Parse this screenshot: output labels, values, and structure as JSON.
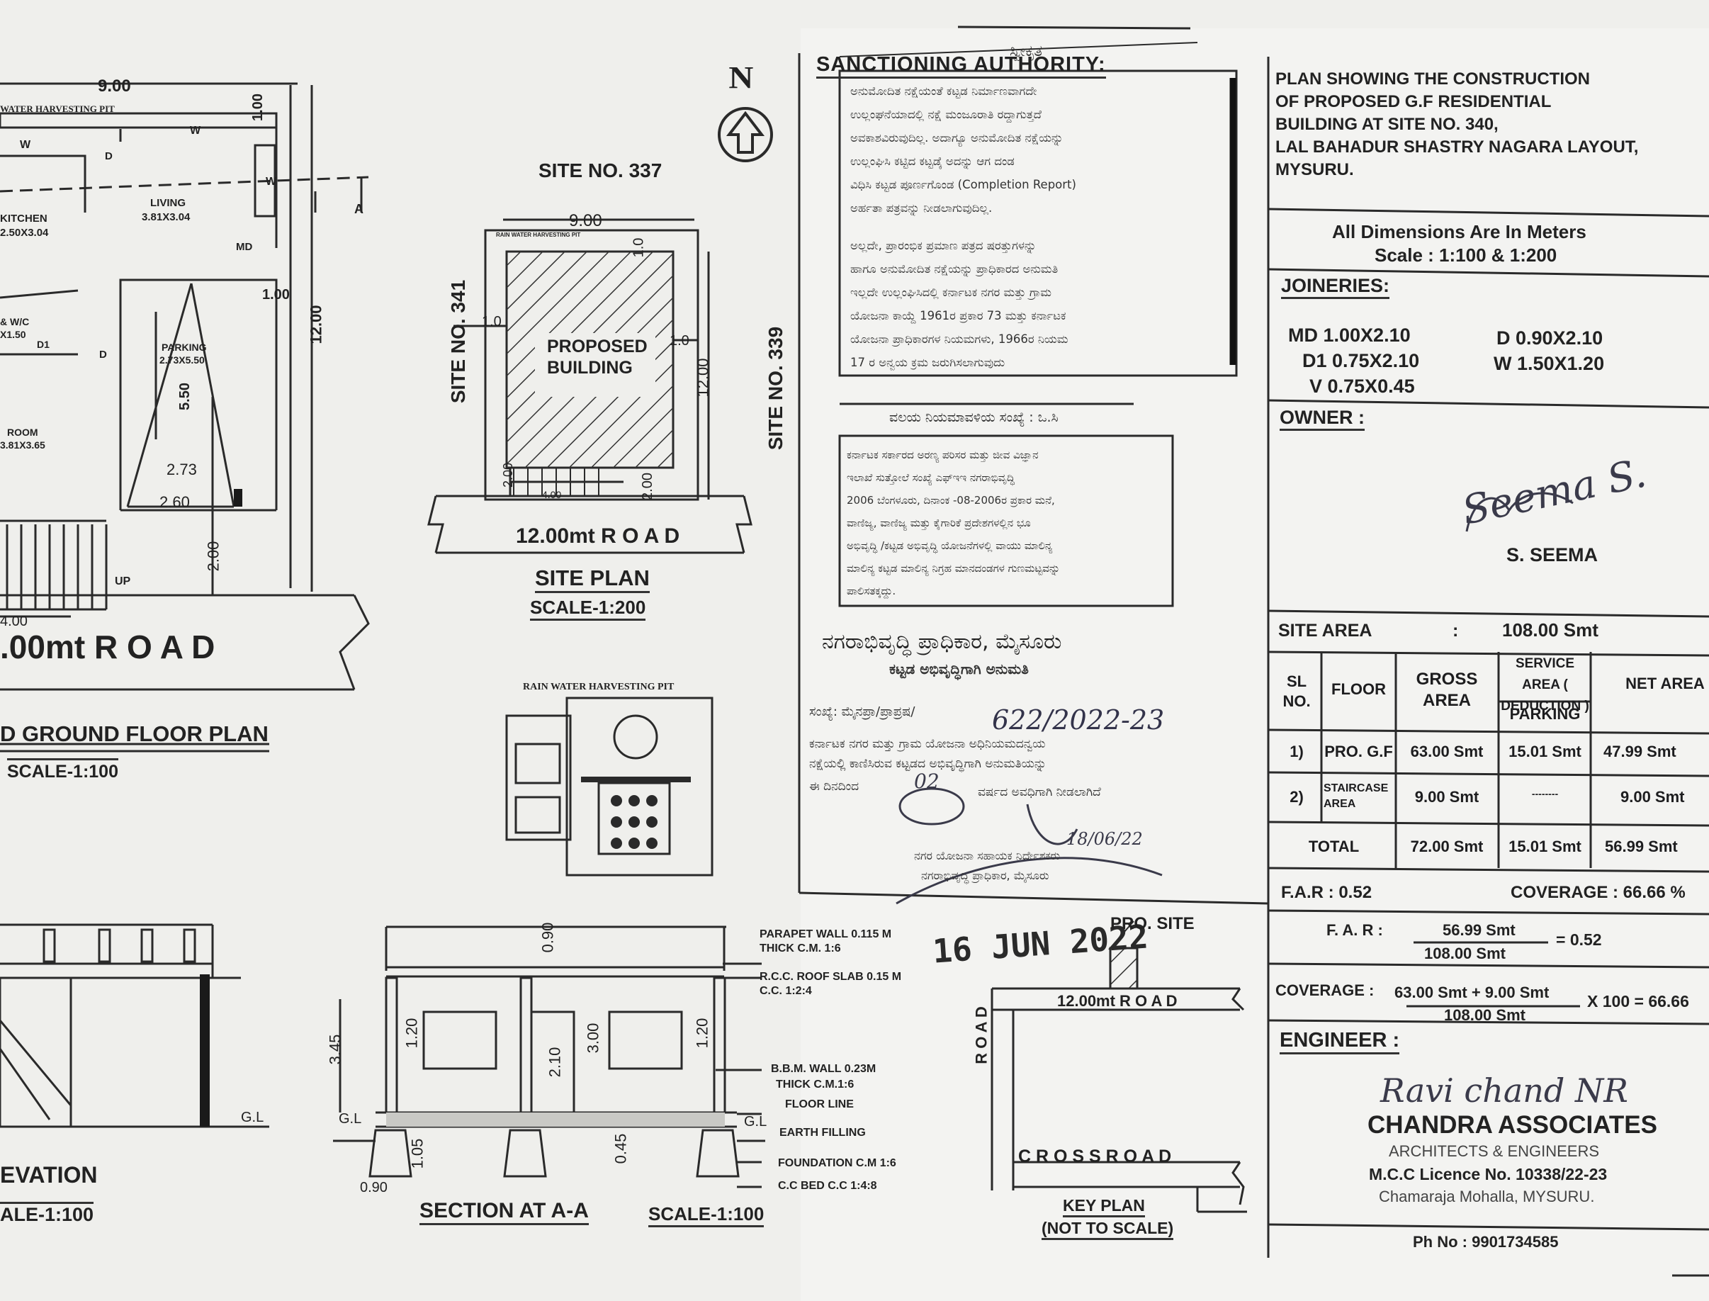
{
  "north_label": "N",
  "ground_plan": {
    "width_dim": "9.00",
    "rwh_pit": "WATER HARVESTING PIT",
    "dim_top": "1.00",
    "dim_overall": "12.00",
    "dim_1_00": "1.00",
    "kitchen": "KITCHEN",
    "kitchen_size": "2.50X3.04",
    "living": "LIVING",
    "living_size": "3.81X3.04",
    "md": "MD",
    "wc": "& W/C",
    "wc_size": "X1.50",
    "d1": "D1",
    "d": "D",
    "parking": "PARKING",
    "parking_size": "2.73X5.50",
    "dim_550": "5.50",
    "room": "ROOM",
    "room_size": "3.81X3.65",
    "dim_273": "2.73",
    "dim_260": "2.60",
    "dim_200": "2.00",
    "up": "UP",
    "dim_400": "4.00",
    "w": "W",
    "a": "A",
    "road": ".00mt  R O A D",
    "title": "D GROUND FLOOR PLAN",
    "scale": "SCALE-1:100"
  },
  "site_plan": {
    "site_337": "SITE NO. 337",
    "site_341": "SITE NO. 341",
    "site_339": "SITE NO. 339",
    "width": "9.00",
    "rwh": "RAIN WATER HARVESTING PIT",
    "proposed": "PROPOSED",
    "building": "BUILDING",
    "dim_10": "1.0",
    "dim_1200": "12.00",
    "dim_200": "2.00",
    "dim_400": "4.00",
    "road": "12.00mt  R O A D",
    "title": "SITE PLAN",
    "scale": "SCALE-1:200"
  },
  "rwh_detail": {
    "title": "RAIN   WATER   HARVESTING   PIT"
  },
  "elevation": {
    "title": "EVATION",
    "scale": "ALE-1:100",
    "gl": "G.L"
  },
  "section": {
    "title": "SECTION  AT  A-A",
    "scale": "SCALE-1:100",
    "dim_090": "0.90",
    "dim_345": "3.45",
    "dim_120": "1.20",
    "dim_210": "2.10",
    "dim_300": "3.00",
    "dim_105": "1.05",
    "dim_045": "0.45",
    "gl": "G.L",
    "parapet": "PARAPET WALL 0.115 M",
    "parapet2": "THICK C.M. 1:6",
    "rcc": "R.C.C. ROOF SLAB 0.15 M",
    "rcc2": "C.C. 1:2:4",
    "bbm": "B.B.M. WALL 0.23M",
    "bbm2": "THICK C.M.1:6",
    "floor": "FLOOR   LINE",
    "earth": "EARTH FILLING",
    "foundation": "FOUNDATION   C.M  1:6",
    "ccbed": "C.C BED   C.C 1:4:8"
  },
  "key_plan": {
    "stamp_date": "16 JUN 2022",
    "pro_site": "PRO. SITE",
    "road_12": "12.00mt  R O A D",
    "road_v": "R O A D",
    "cross_road": "C R O S S  R O A D",
    "title": "KEY PLAN",
    "note": "(NOT TO SCALE)"
  },
  "sanction": {
    "header_top": "ಸ್ವೀಕೃತ",
    "heading": "SANCTIONING  AUTHORITY:",
    "stamp1_lines": [
      "ಅನುಮೋದಿತ ನಕ್ಷೆಯಂತೆ ಕಟ್ಟಡ ನಿರ್ಮಾಣವಾಗದೇ",
      "ಉಲ್ಲಂಘನೆಯಾದಲ್ಲಿ ನಕ್ಷೆ ಮಂಜೂರಾತಿ ರದ್ದಾಗುತ್ತದೆ",
      "ಅವಕಾಶವಿರುವುದಿಲ್ಲ. ಅದಾಗ್ಯೂ ಅನುಮೋದಿತ ನಕ್ಷೆಯನ್ನು",
      "ಉಲ್ಲಂಘಿಸಿ ಕಟ್ಟಿದ ಕಟ್ಟಡ್ಕೆ ಅದನ್ನು ಆಗ ದಂಡ",
      "ವಿಧಿಸಿ ಕಟ್ಟಡ ಪೂರ್ಣಗೊಂಡ (Completion Report)",
      "ಅರ್ಹತಾ ಪತ್ರವನ್ನು ನೀಡಲಾಗುವುದಿಲ್ಲ.",
      "ಅಲ್ಲದೇ, ಪ್ರಾರಂಭಿಕ ಪ್ರಮಾಣ ಪತ್ರದ ಷರತ್ತುಗಳನ್ನು",
      "ಹಾಗೂ ಅನುಮೋದಿತ ನಕ್ಷೆಯನ್ನು ಪ್ರಾಧಿಕಾರದ ಅನುಮತಿ",
      "ಇಲ್ಲದೇ ಉಲ್ಲಂಘಿಸಿದಲ್ಲಿ ಕರ್ನಾಟಕ ನಗರ ಮತ್ತು ಗ್ರಾಮ",
      "ಯೋಜನಾ ಕಾಯ್ದೆ 1961ರ ಪ್ರಕಾರ 73 ಮತ್ತು ಕರ್ನಾಟಕ",
      "ಯೋಜನಾ ಪ್ರಾಧಿಕಾರಗಳ ನಿಯಮಗಳು, 1966ರ ನಿಯಮ",
      "17 ರ ಅನ್ವಯ ಕ್ರಮ ಜರುಗಿಸಲಾಗುವುದು"
    ],
    "zone_line": "ವಲಯ ನಿಯಮಾವಳಿಯ ಸಂಖ್ಯೆ : ಒ.ಸಿ",
    "stamp2_lines": [
      "ಕರ್ನಾಟಕ ಸರ್ಕಾರದ ಅರಣ್ಯ ಪರಿಸರ ಮತ್ತು ಜೀವ ವಿಜ್ಞಾನ",
      "ಇಲಾಖೆ ಸುತ್ತೋಲೆ ಸಂಖ್ಯೆ ಎಫ್‌ಇಇ ನಗರಾಭಿವೃದ್ಧಿ",
      "2006 ಬೆಂಗಳೂರು, ದಿನಾಂಕ -08-2006ರ ಪ್ರಕಾರ ಮನೆ,",
      "ವಾಣಿಜ್ಯ, ವಾಣಿಜ್ಯ ಮತ್ತು ಕೈಗಾರಿಕೆ ಪ್ರದೇಶಗಳಲ್ಲಿನ ಭೂ",
      "ಅಭಿವೃದ್ಧಿ /ಕಟ್ಟಡ ಅಭಿವೃದ್ಧಿ ಯೋಜನೆಗಳಲ್ಲಿ ವಾಯು ಮಾಲಿನ್ಯ",
      "ಮಾಲಿನ್ಯ ಕಟ್ಟಡ ಮಾಲಿನ್ಯ ನಿಗ್ರಹ ಮಾನದಂಡಗಳ ಗುಣಮಟ್ಟವನ್ನು",
      "ಪಾಲಿಸತಕ್ಕದ್ದು."
    ],
    "uda_name": "ನಗರಾಭಿವೃದ್ಧಿ ಪ್ರಾಧಿಕಾರ, ಮೈಸೂರು",
    "uda_sub": "ಕಟ್ಟಡ ಅಭಿವೃದ್ಧಿಗಾಗಿ ಅನುಮತಿ",
    "number_label": "ಸಂಖ್ಯೆ: ಮೈನಪ್ರಾ/ಪ್ರಾಪ್ರಷ/",
    "number_value": "622/2022-23",
    "body1": "ಕರ್ನಾಟಕ ನಗರ ಮತ್ತು ಗ್ರಾಮ ಯೋಜನಾ ಅಧಿನಿಯಮದನ್ವಯ",
    "body2": "ನಕ್ಷೆಯಲ್ಲಿ ಕಾಣಿಸಿರುವ ಕಟ್ಟಡದ ಅಭಿವೃದ್ಧಿಗಾಗಿ ಅನುಮತಿಯನ್ನು",
    "body3": "ಈ ದಿನದಿಂದ",
    "years": "02",
    "body4": "ವರ್ಷದ ಅವಧಿಗಾಗಿ ನೀಡಲಾಗಿದೆ",
    "sign_date": "18/06/22",
    "officer1": "ನಗರ ಯೋಜನಾ ಸಹಾಯಕ ನಿರ್ದೇಶಕರು",
    "officer2": "ನಗರಾಭಿವೃದ್ಧಿ ಪ್ರಾಧಿಕಾರ, ಮೈಸೂರು"
  },
  "title_block": {
    "title_lines": [
      "PLAN SHOWING THE CONSTRUCTION",
      "OF PROPOSED G.F RESIDENTIAL",
      "BUILDING AT SITE NO. 340,",
      "LAL BAHADUR SHASTRY NAGARA LAYOUT,",
      "MYSURU."
    ],
    "dimensions_note": "All Dimensions Are In Meters",
    "scale_note": "Scale : 1:100 & 1:200",
    "joineries_label": "JOINERIES:",
    "joineries": [
      "MD  1.00X2.10",
      "D1  0.75X2.10",
      "V  0.75X0.45",
      "D  0.90X2.10",
      "W  1.50X1.20"
    ],
    "owner_label": "OWNER :",
    "owner_signature": "Seema S.",
    "owner_name": "S. SEEMA",
    "site_area_label": "SITE AREA",
    "site_area_colon": ":",
    "site_area_value": "108.00 Smt",
    "table": {
      "headers": [
        "SL NO.",
        "FLOOR",
        "GROSS AREA",
        "SERVICE AREA ( DEDUCTION )",
        "NET AREA"
      ],
      "sub_header": "PARKING",
      "rows": [
        [
          "1)",
          "PRO. G.F",
          "63.00 Smt",
          "15.01 Smt",
          "47.99 Smt"
        ],
        [
          "2)",
          "STAIRCASE AREA",
          "9.00 Smt",
          "--------",
          "9.00 Smt"
        ]
      ],
      "total": [
        "TOTAL",
        "72.00 Smt",
        "15.01 Smt",
        "56.99 Smt"
      ]
    },
    "far_label": "F.A.R : 0.52",
    "coverage_label": "COVERAGE : 66.66 %",
    "far_formula_label": "F. A. R :",
    "far_num": "56.99  Smt",
    "far_den": "108.00  Smt",
    "far_result": "= 0.52",
    "cov_formula_label": "COVERAGE :",
    "cov_num": "63.00 Smt + 9.00 Smt",
    "cov_den": "108.00  Smt",
    "cov_result": "X 100 = 66.66",
    "engineer_label": "ENGINEER :",
    "engineer_signature": "Ravi chand NR",
    "firm": "CHANDRA ASSOCIATES",
    "firm_sub": "ARCHITECTS & ENGINEERS",
    "licence": "M.C.C Licence No. 10338/22-23",
    "address": "Chamaraja Mohalla, MYSURU.",
    "phone": "Ph No : 9901734585"
  }
}
